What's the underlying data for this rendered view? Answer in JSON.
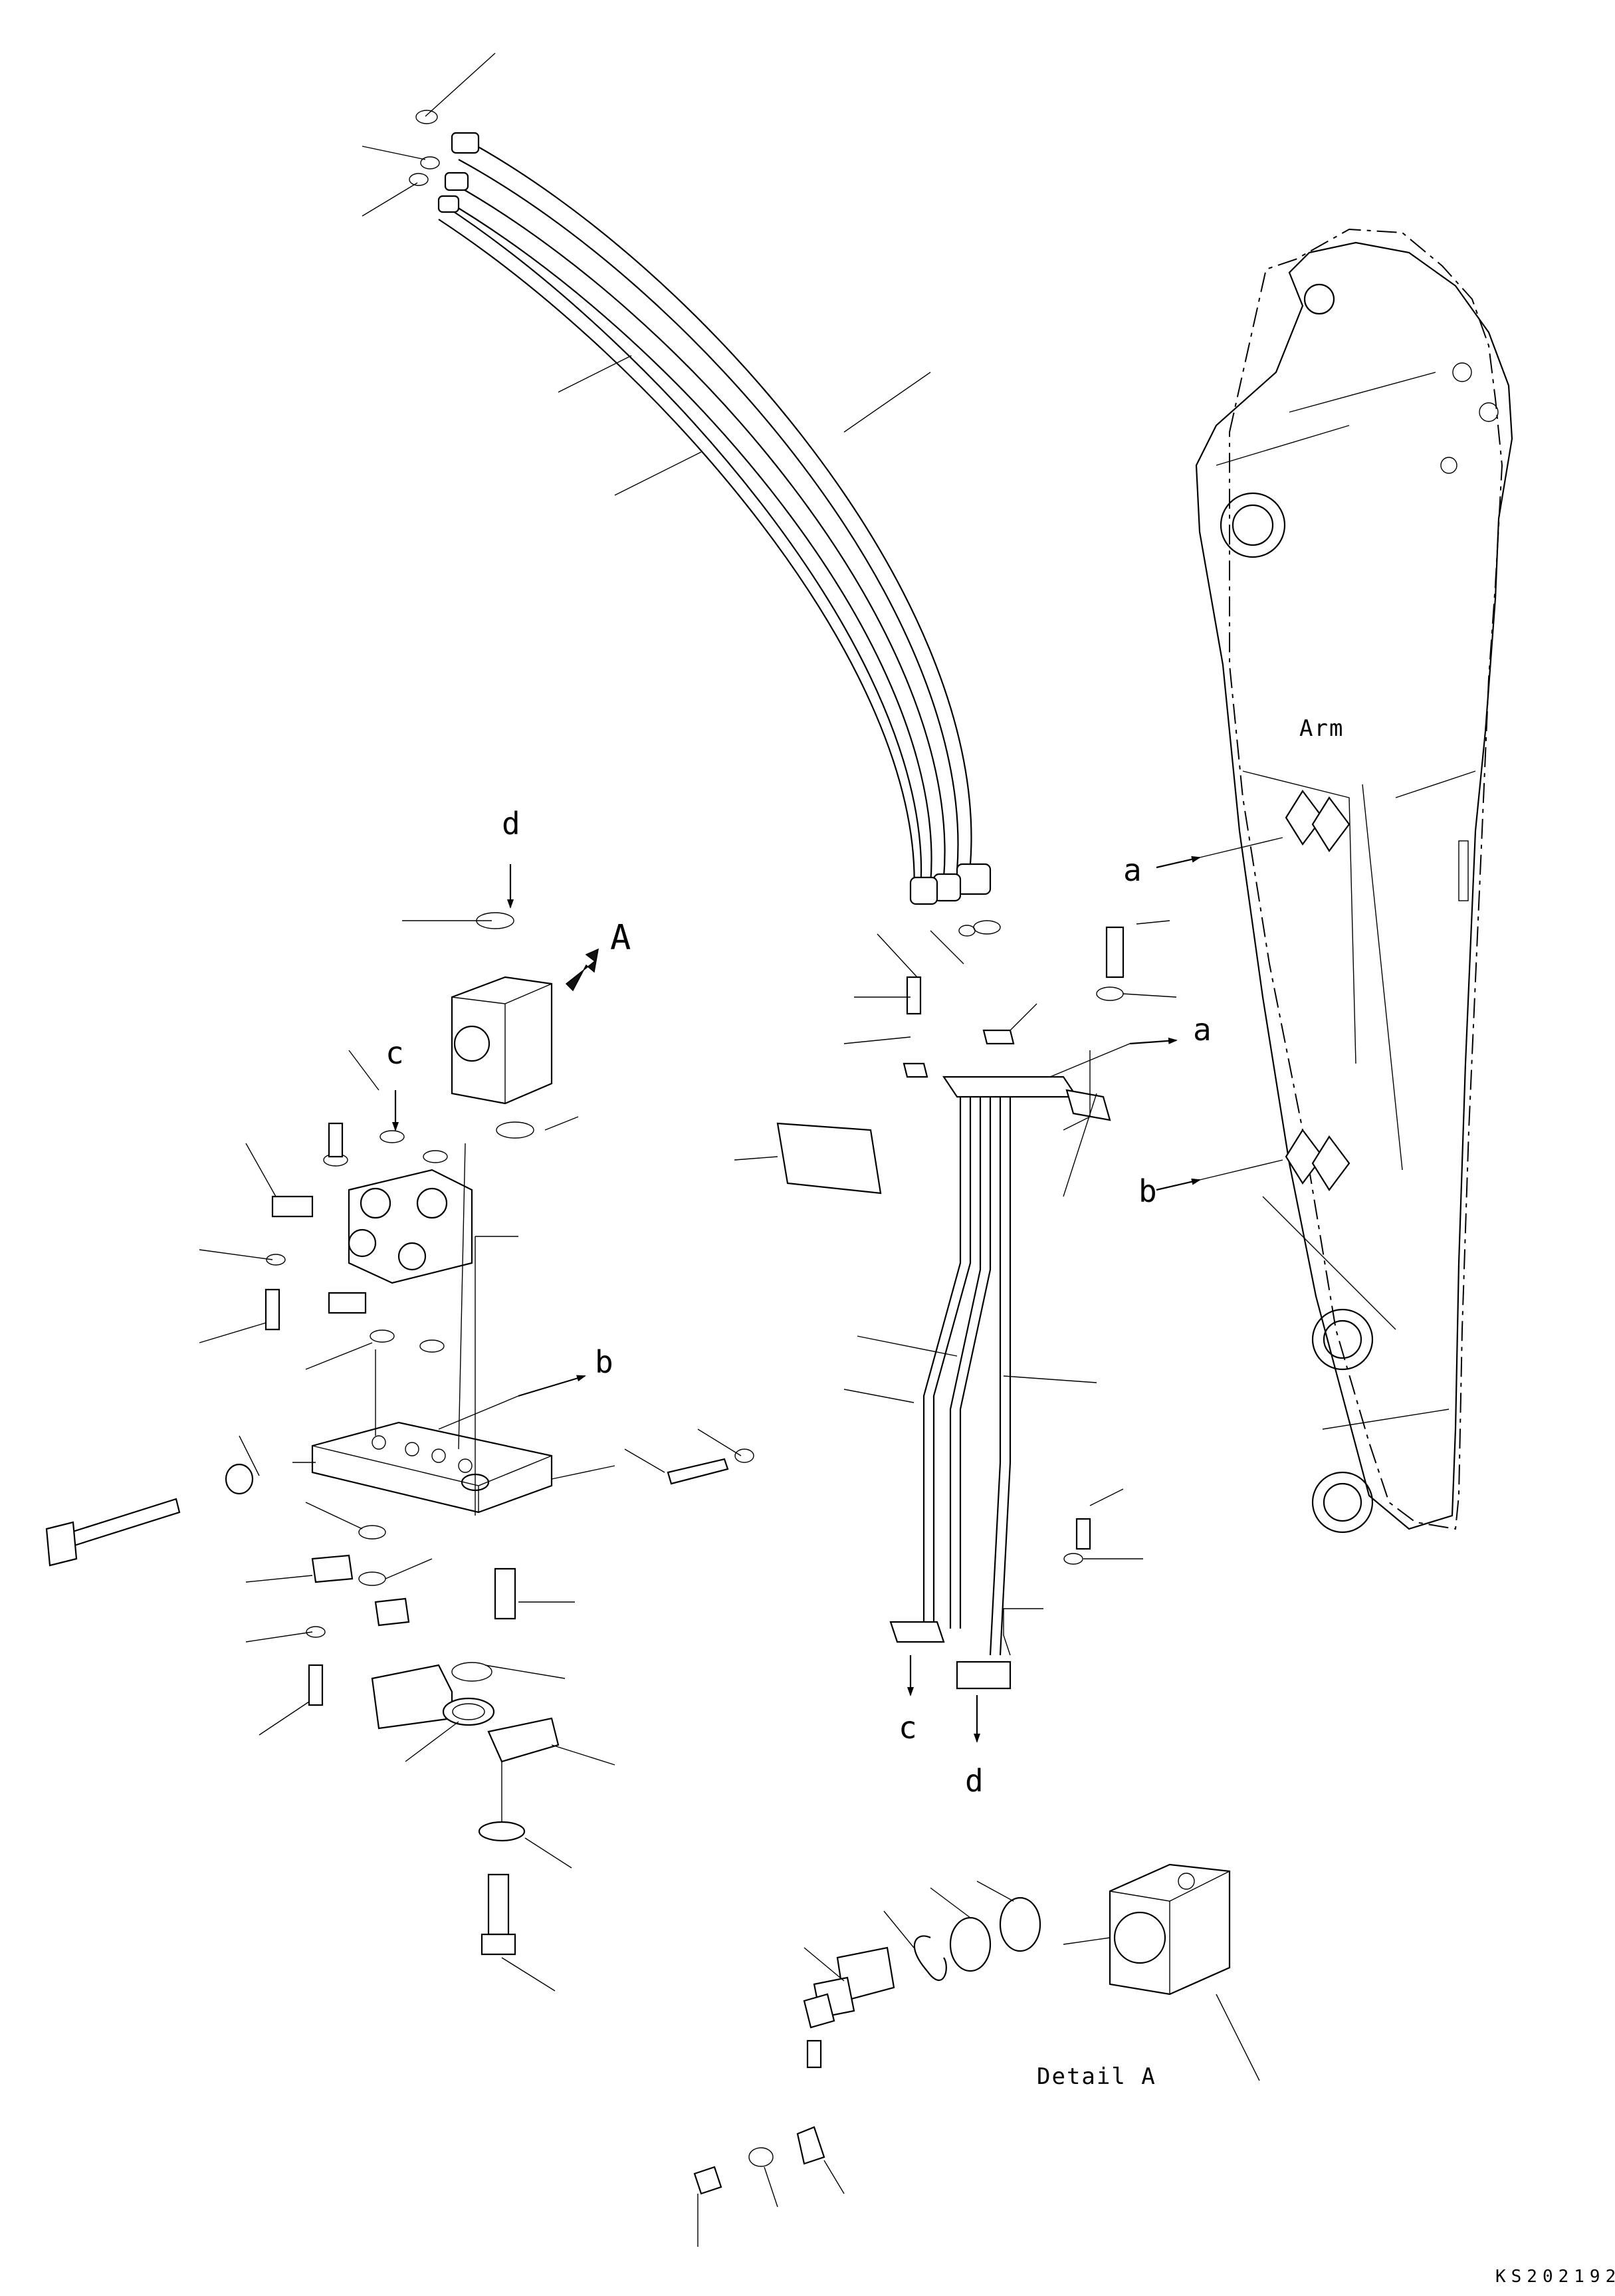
{
  "labels": {
    "arm": "Arm",
    "detail": "Detail A",
    "view_marker": "A",
    "ref_a": "a",
    "ref_b": "b",
    "ref_c": "c",
    "ref_d": "d",
    "drawing_code": "KS202192"
  },
  "colors": {
    "line": "#000000",
    "background": "#ffffff"
  },
  "icons": [
    "view-arrow-icon"
  ]
}
